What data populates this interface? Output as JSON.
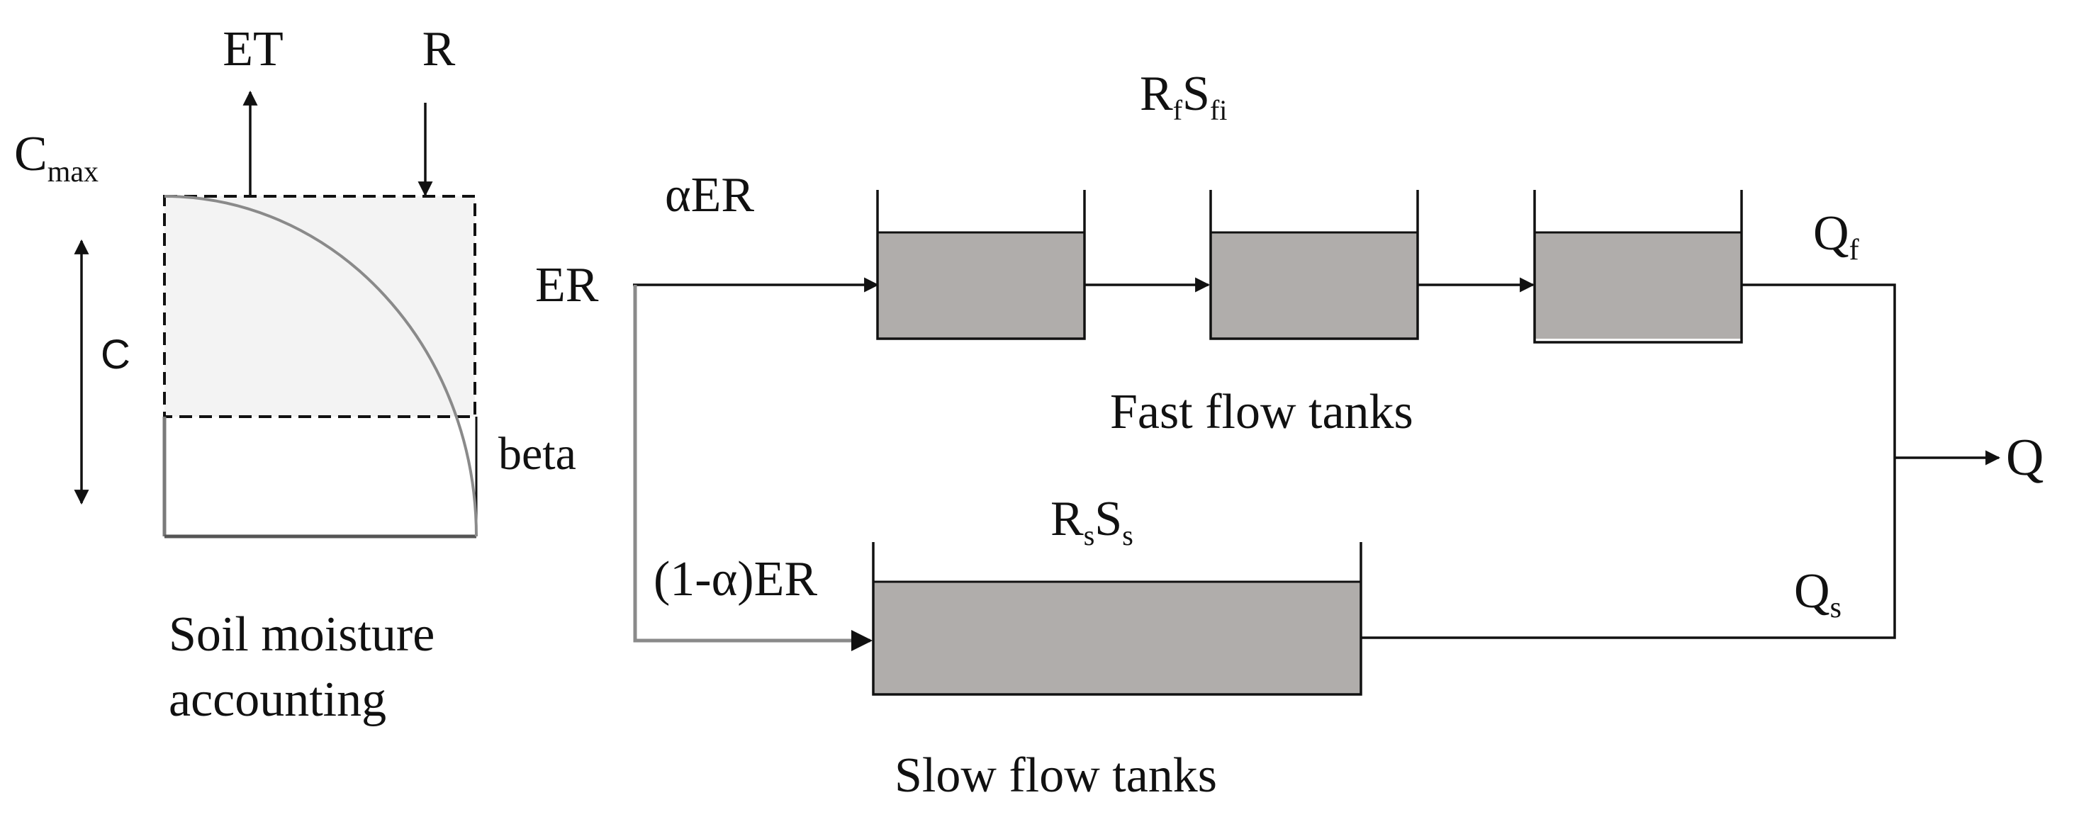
{
  "soil_store": {
    "cmax_main": "C",
    "cmax_sub": "max",
    "c_label": "C",
    "et_label": "ET",
    "r_label": "R",
    "beta_label": "beta",
    "caption_line1": "Soil moisture",
    "caption_line2": "accounting"
  },
  "routing": {
    "er_label": "ER",
    "alpha_er_label": "αER",
    "one_minus_alpha_er_label": "(1-α)ER"
  },
  "fast_flow": {
    "param_r": "R",
    "param_r_sub": "f",
    "param_s": "S",
    "param_s_sub": "fi",
    "caption": "Fast flow tanks",
    "qf_main": "Q",
    "qf_sub": "f"
  },
  "slow_flow": {
    "param_r": "R",
    "param_r_sub": "s",
    "param_s": "S",
    "param_s_sub": "s",
    "caption": "Slow flow tanks",
    "qs_main": "Q",
    "qs_sub": "s"
  },
  "output": {
    "q_label": "Q"
  },
  "colors": {
    "tank_fill": "#b0adab",
    "store_fill": "#f3f3f3",
    "curve": "#8a8a8a",
    "line": "#111111"
  }
}
